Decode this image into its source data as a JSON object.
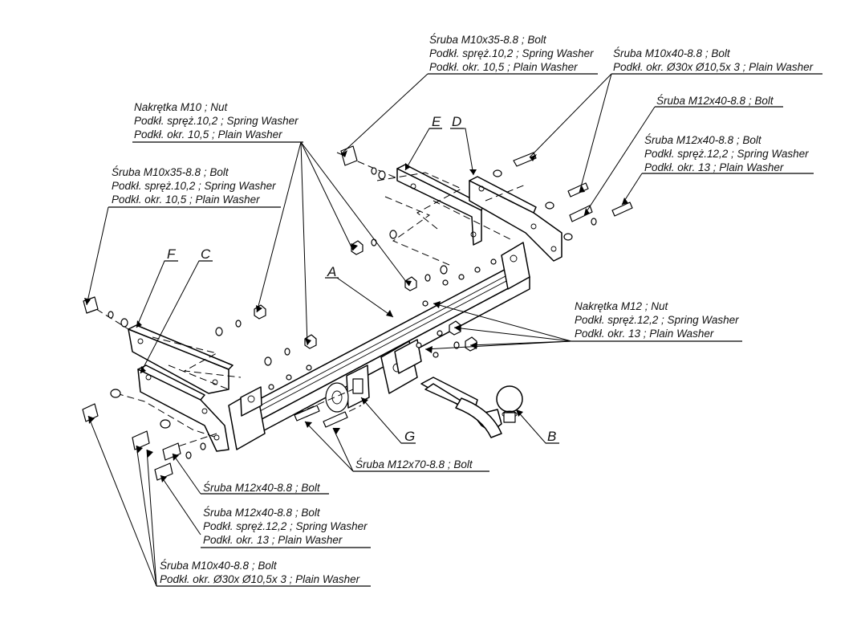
{
  "callouts": {
    "bolt_m10x35_top": {
      "line1": "Śruba M10x35-8.8 ;  Bolt",
      "line2": "Podkł. spręż.10,2 ; Spring Washer",
      "line3": "Podkł. okr. 10,5 ; Plain Washer"
    },
    "bolt_m10x40_top": {
      "line1": "Śruba M10x40-8.8 ;  Bolt",
      "line2": "Podkł. okr.  Ø30x Ø10,5x 3 ; Plain Washer"
    },
    "bolt_m12x40_top_single": {
      "line1": "Śruba M12x40-8.8 ;  Bolt"
    },
    "bolt_m12x40_top_set": {
      "line1": "Śruba M12x40-8.8 ;  Bolt",
      "line2": "Podkł. spręż.12,2 ; Spring Washer",
      "line3": "Podkł. okr. 13 ; Plain Washer"
    },
    "nut_m10": {
      "line1": "Nakrętka  M10 ; Nut",
      "line2": "Podkł. spręż.10,2 ; Spring Washer",
      "line3": "Podkł. okr. 10,5 ; Plain Washer"
    },
    "bolt_m10x35_left": {
      "line1": "Śruba M10x35-8.8 ;  Bolt",
      "line2": "Podkł. spręż.10,2 ; Spring Washer",
      "line3": "Podkł. okr. 10,5 ; Plain Washer"
    },
    "nut_m12": {
      "line1": "Nakrętka  M12 ; Nut",
      "line2": "Podkł. spręż.12,2 ; Spring Washer",
      "line3": "Podkł. okr. 13 ; Plain Washer"
    },
    "bolt_m12x70": {
      "line1": "Śruba M12x70-8.8 ;  Bolt"
    },
    "bolt_m12x40_bottom_single": {
      "line1": "Śruba M12x40-8.8 ;  Bolt"
    },
    "bolt_m12x40_bottom_set": {
      "line1": "Śruba M12x40-8.8 ;  Bolt",
      "line2": "Podkł. spręż.12,2 ; Spring Washer",
      "line3": "Podkł. okr. 13 ; Plain Washer"
    },
    "bolt_m10x40_bottom": {
      "line1": "Śruba M10x40-8.8 ;  Bolt",
      "line2": "Podkł. okr.  Ø30x Ø10,5x 3 ; Plain Washer"
    }
  },
  "part_letters": {
    "A": "A",
    "B": "B",
    "C": "C",
    "D": "D",
    "E": "E",
    "F": "F",
    "G": "G"
  }
}
